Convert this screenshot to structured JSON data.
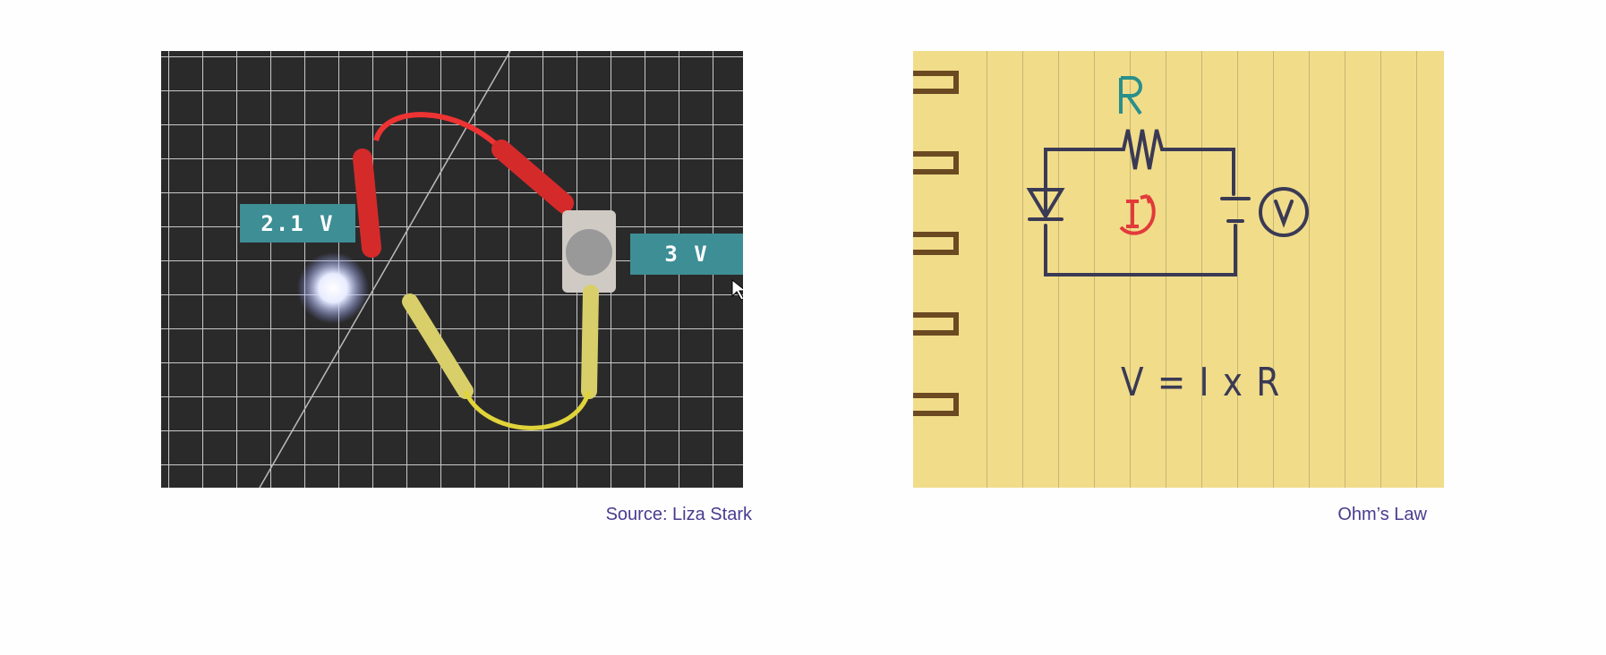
{
  "figures": [
    {
      "labels": {
        "led_voltage": "2.1 V",
        "battery_voltage": "3 V"
      },
      "caption": "Source: Liza Stark"
    },
    {
      "diagram": {
        "resistor": "R",
        "current": "I",
        "meter": "V",
        "equation": "V = I x R"
      },
      "caption": "Ohm’s Law"
    }
  ]
}
